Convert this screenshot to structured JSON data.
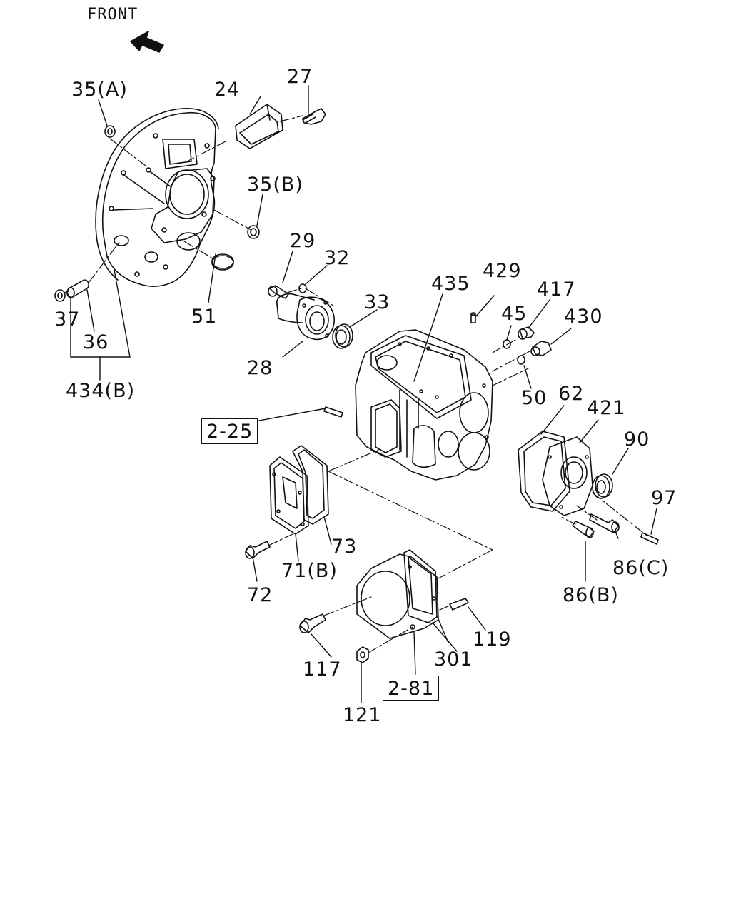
{
  "header": {
    "front_label": "FRONT"
  },
  "callouts": {
    "c35a": "35(A)",
    "c24": "24",
    "c27": "27",
    "c35b": "35(B)",
    "c29": "29",
    "c32": "32",
    "c51": "51",
    "c37": "37",
    "c36": "36",
    "c434b": "434(B)",
    "c33": "33",
    "c28": "28",
    "c435": "435",
    "c429": "429",
    "c417": "417",
    "c45": "45",
    "c430": "430",
    "c50": "50",
    "c62": "62",
    "c421": "421",
    "c90": "90",
    "c97": "97",
    "c73": "73",
    "c71b": "71(B)",
    "c72": "72",
    "c86c": "86(C)",
    "c86b": "86(B)",
    "c119": "119",
    "c117": "117",
    "c301": "301",
    "c121": "121"
  },
  "references": {
    "ref_2_25": "2-25",
    "ref_2_81": "2-81"
  },
  "colors": {
    "line": "#111111",
    "background": "#ffffff"
  }
}
